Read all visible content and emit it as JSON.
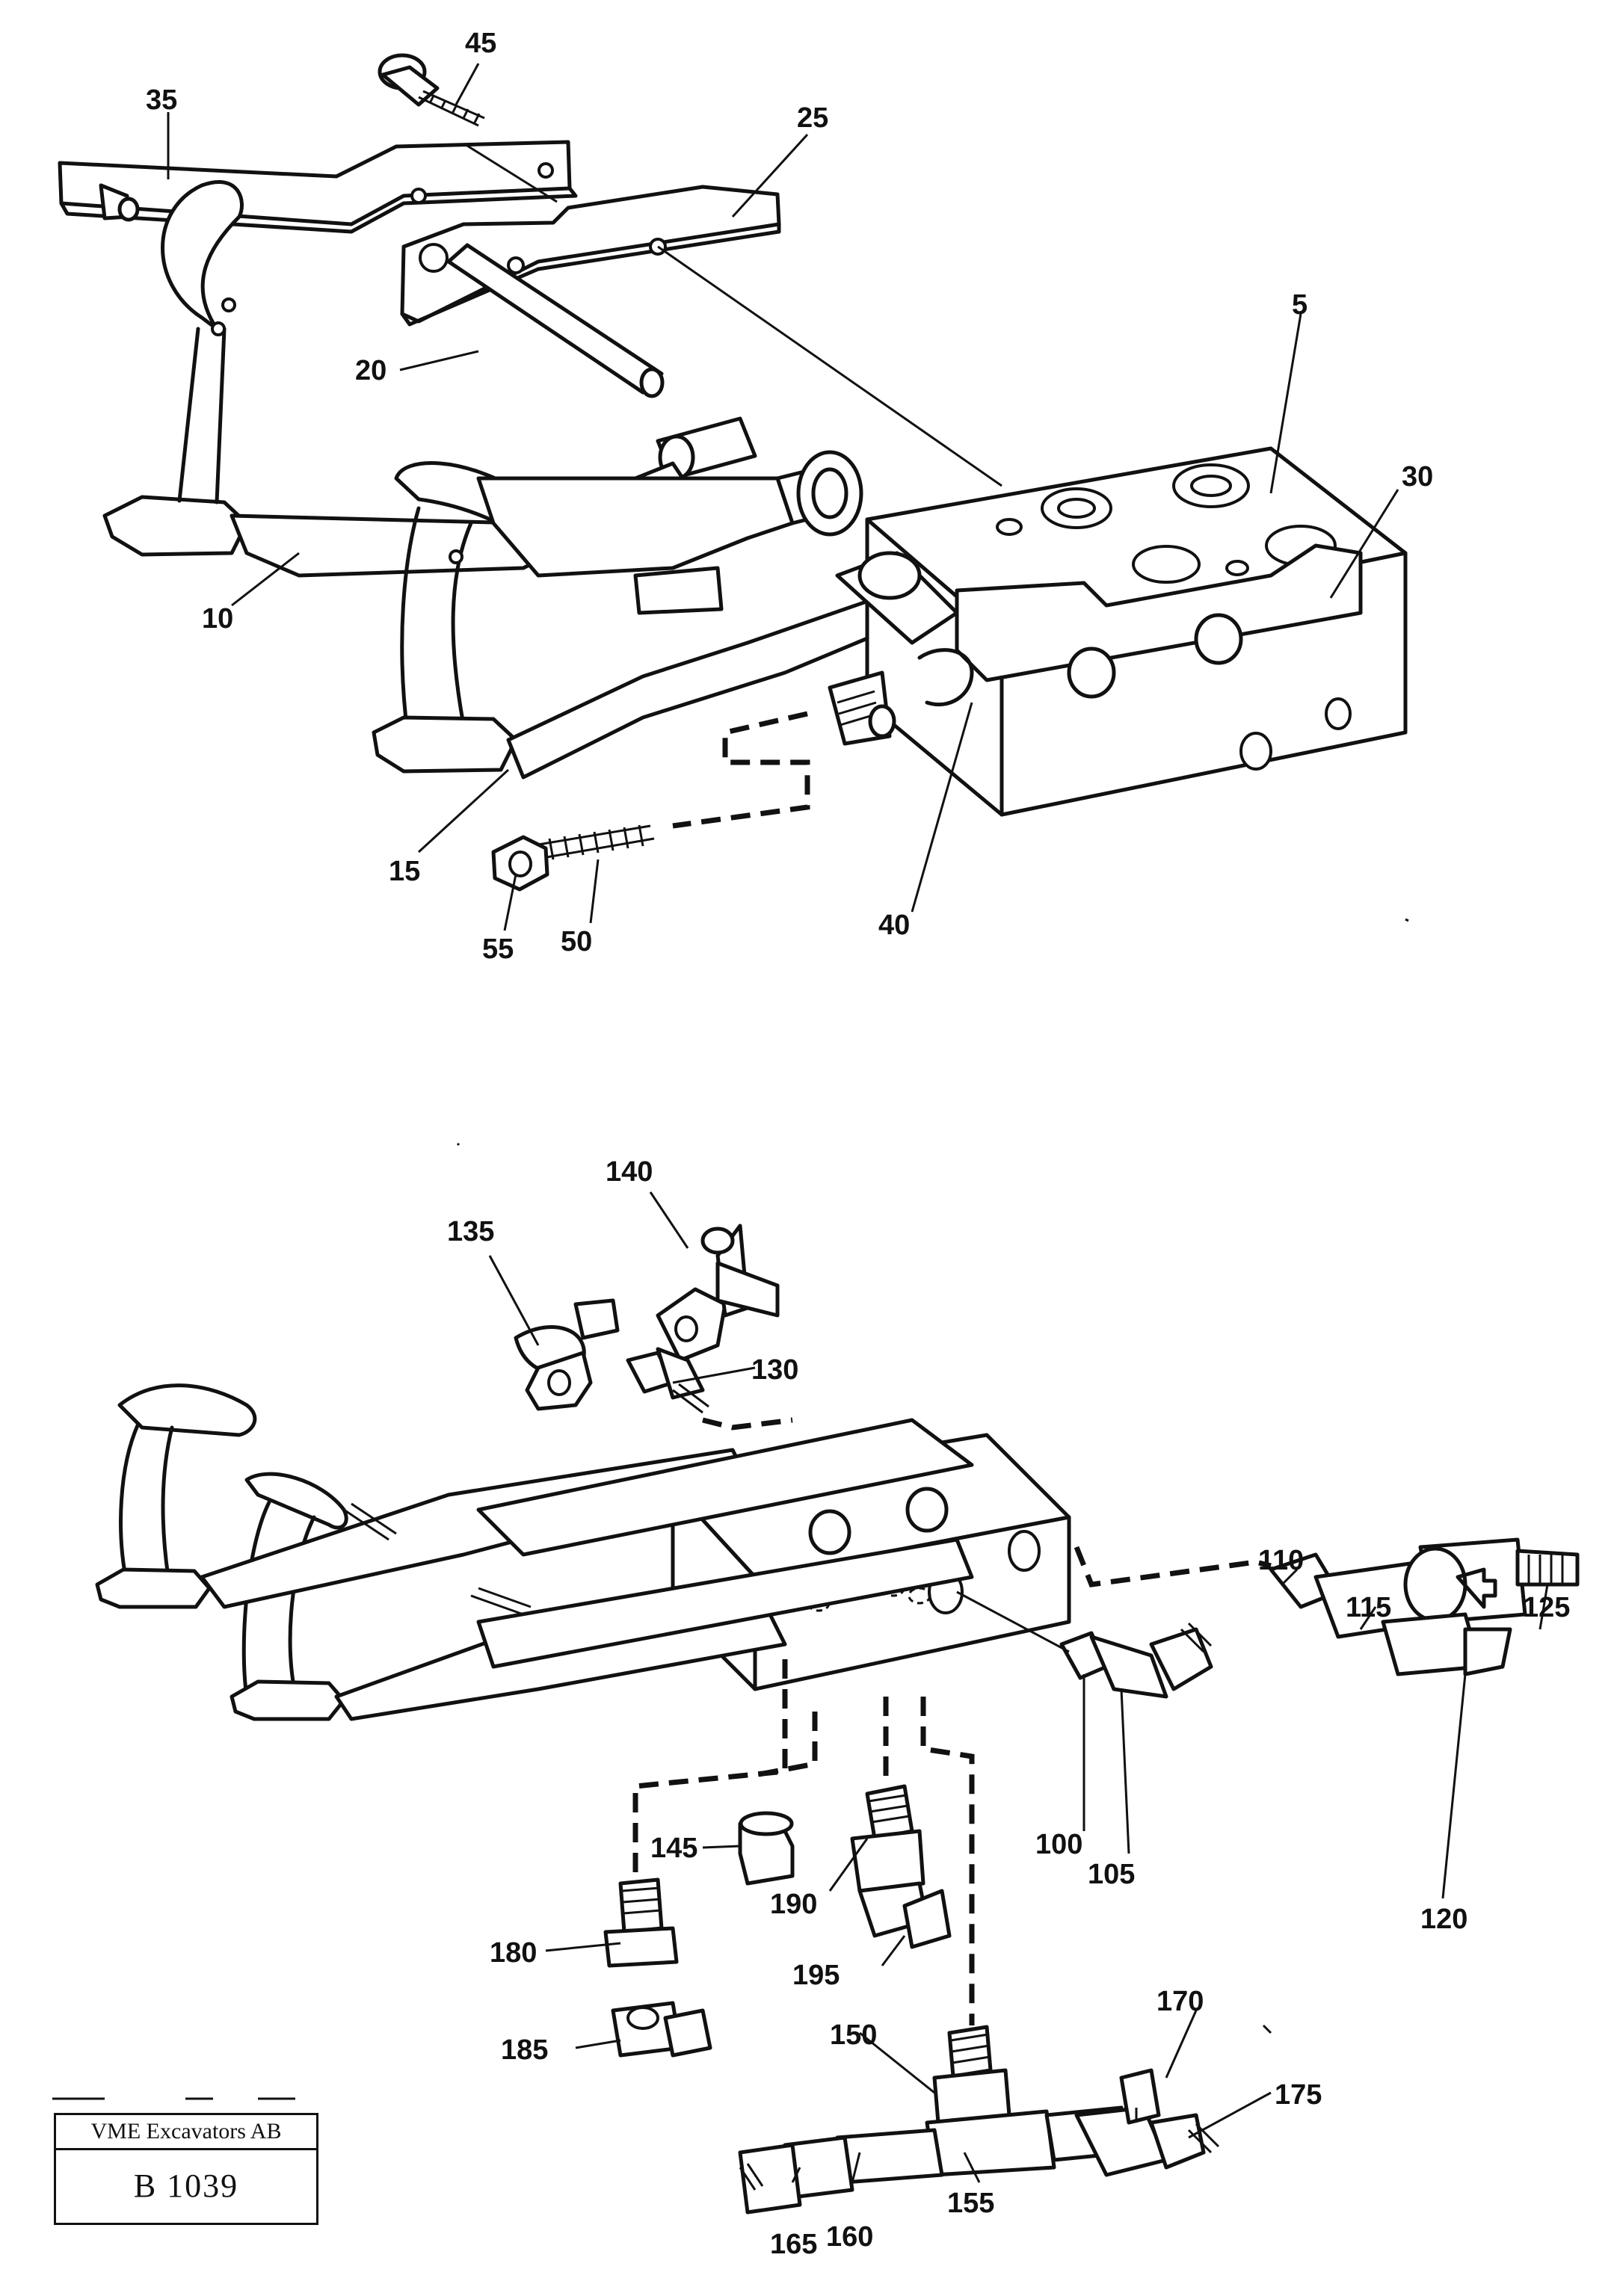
{
  "callouts_upper": {
    "c5": "5",
    "c10": "10",
    "c15": "15",
    "c20": "20",
    "c25": "25",
    "c30": "30",
    "c35": "35",
    "c40": "40",
    "c45": "45",
    "c50": "50",
    "c55": "55"
  },
  "callouts_lower": {
    "c100": "100",
    "c105": "105",
    "c110": "110",
    "c115": "115",
    "c120": "120",
    "c125": "125",
    "c130": "130",
    "c135": "135",
    "c140": "140",
    "c145": "145",
    "c150": "150",
    "c155": "155",
    "c160": "160",
    "c165": "165",
    "c170": "170",
    "c175": "175",
    "c180": "180",
    "c185": "185",
    "c190": "190",
    "c195": "195"
  },
  "title_block": {
    "company": "VME Excavators AB",
    "drawing_code": "B 1039"
  }
}
